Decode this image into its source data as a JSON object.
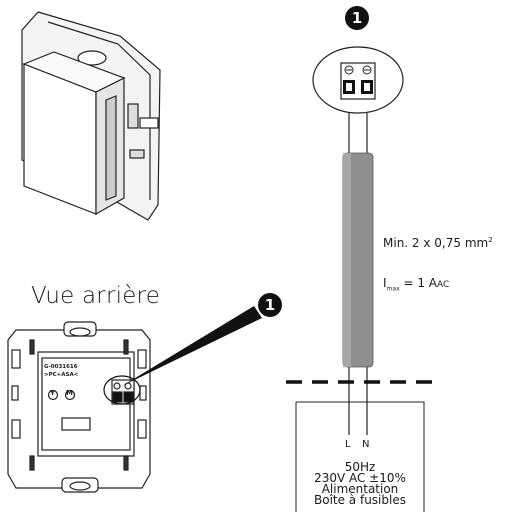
{
  "title": "Vue arrière",
  "callout_number": "1",
  "cable": {
    "section_text": "Min. 2 x 0,75 mm",
    "section_sup": "2",
    "imax_symbol": "I",
    "imax_subscript": "max",
    "imax_value": "= 1 A",
    "imax_unit": "AC"
  },
  "terminals": {
    "live": "L",
    "neutral": "N"
  },
  "power_box": {
    "frequency": "50Hz",
    "voltage": "230V AC ±10%",
    "label": "Alimentation",
    "fuse_box": "Boîte à fusibles"
  },
  "module_label": {
    "code": "G-0031616",
    "variant": ">PC+ASA<",
    "y_mark": "Y",
    "m_mark": "M"
  }
}
